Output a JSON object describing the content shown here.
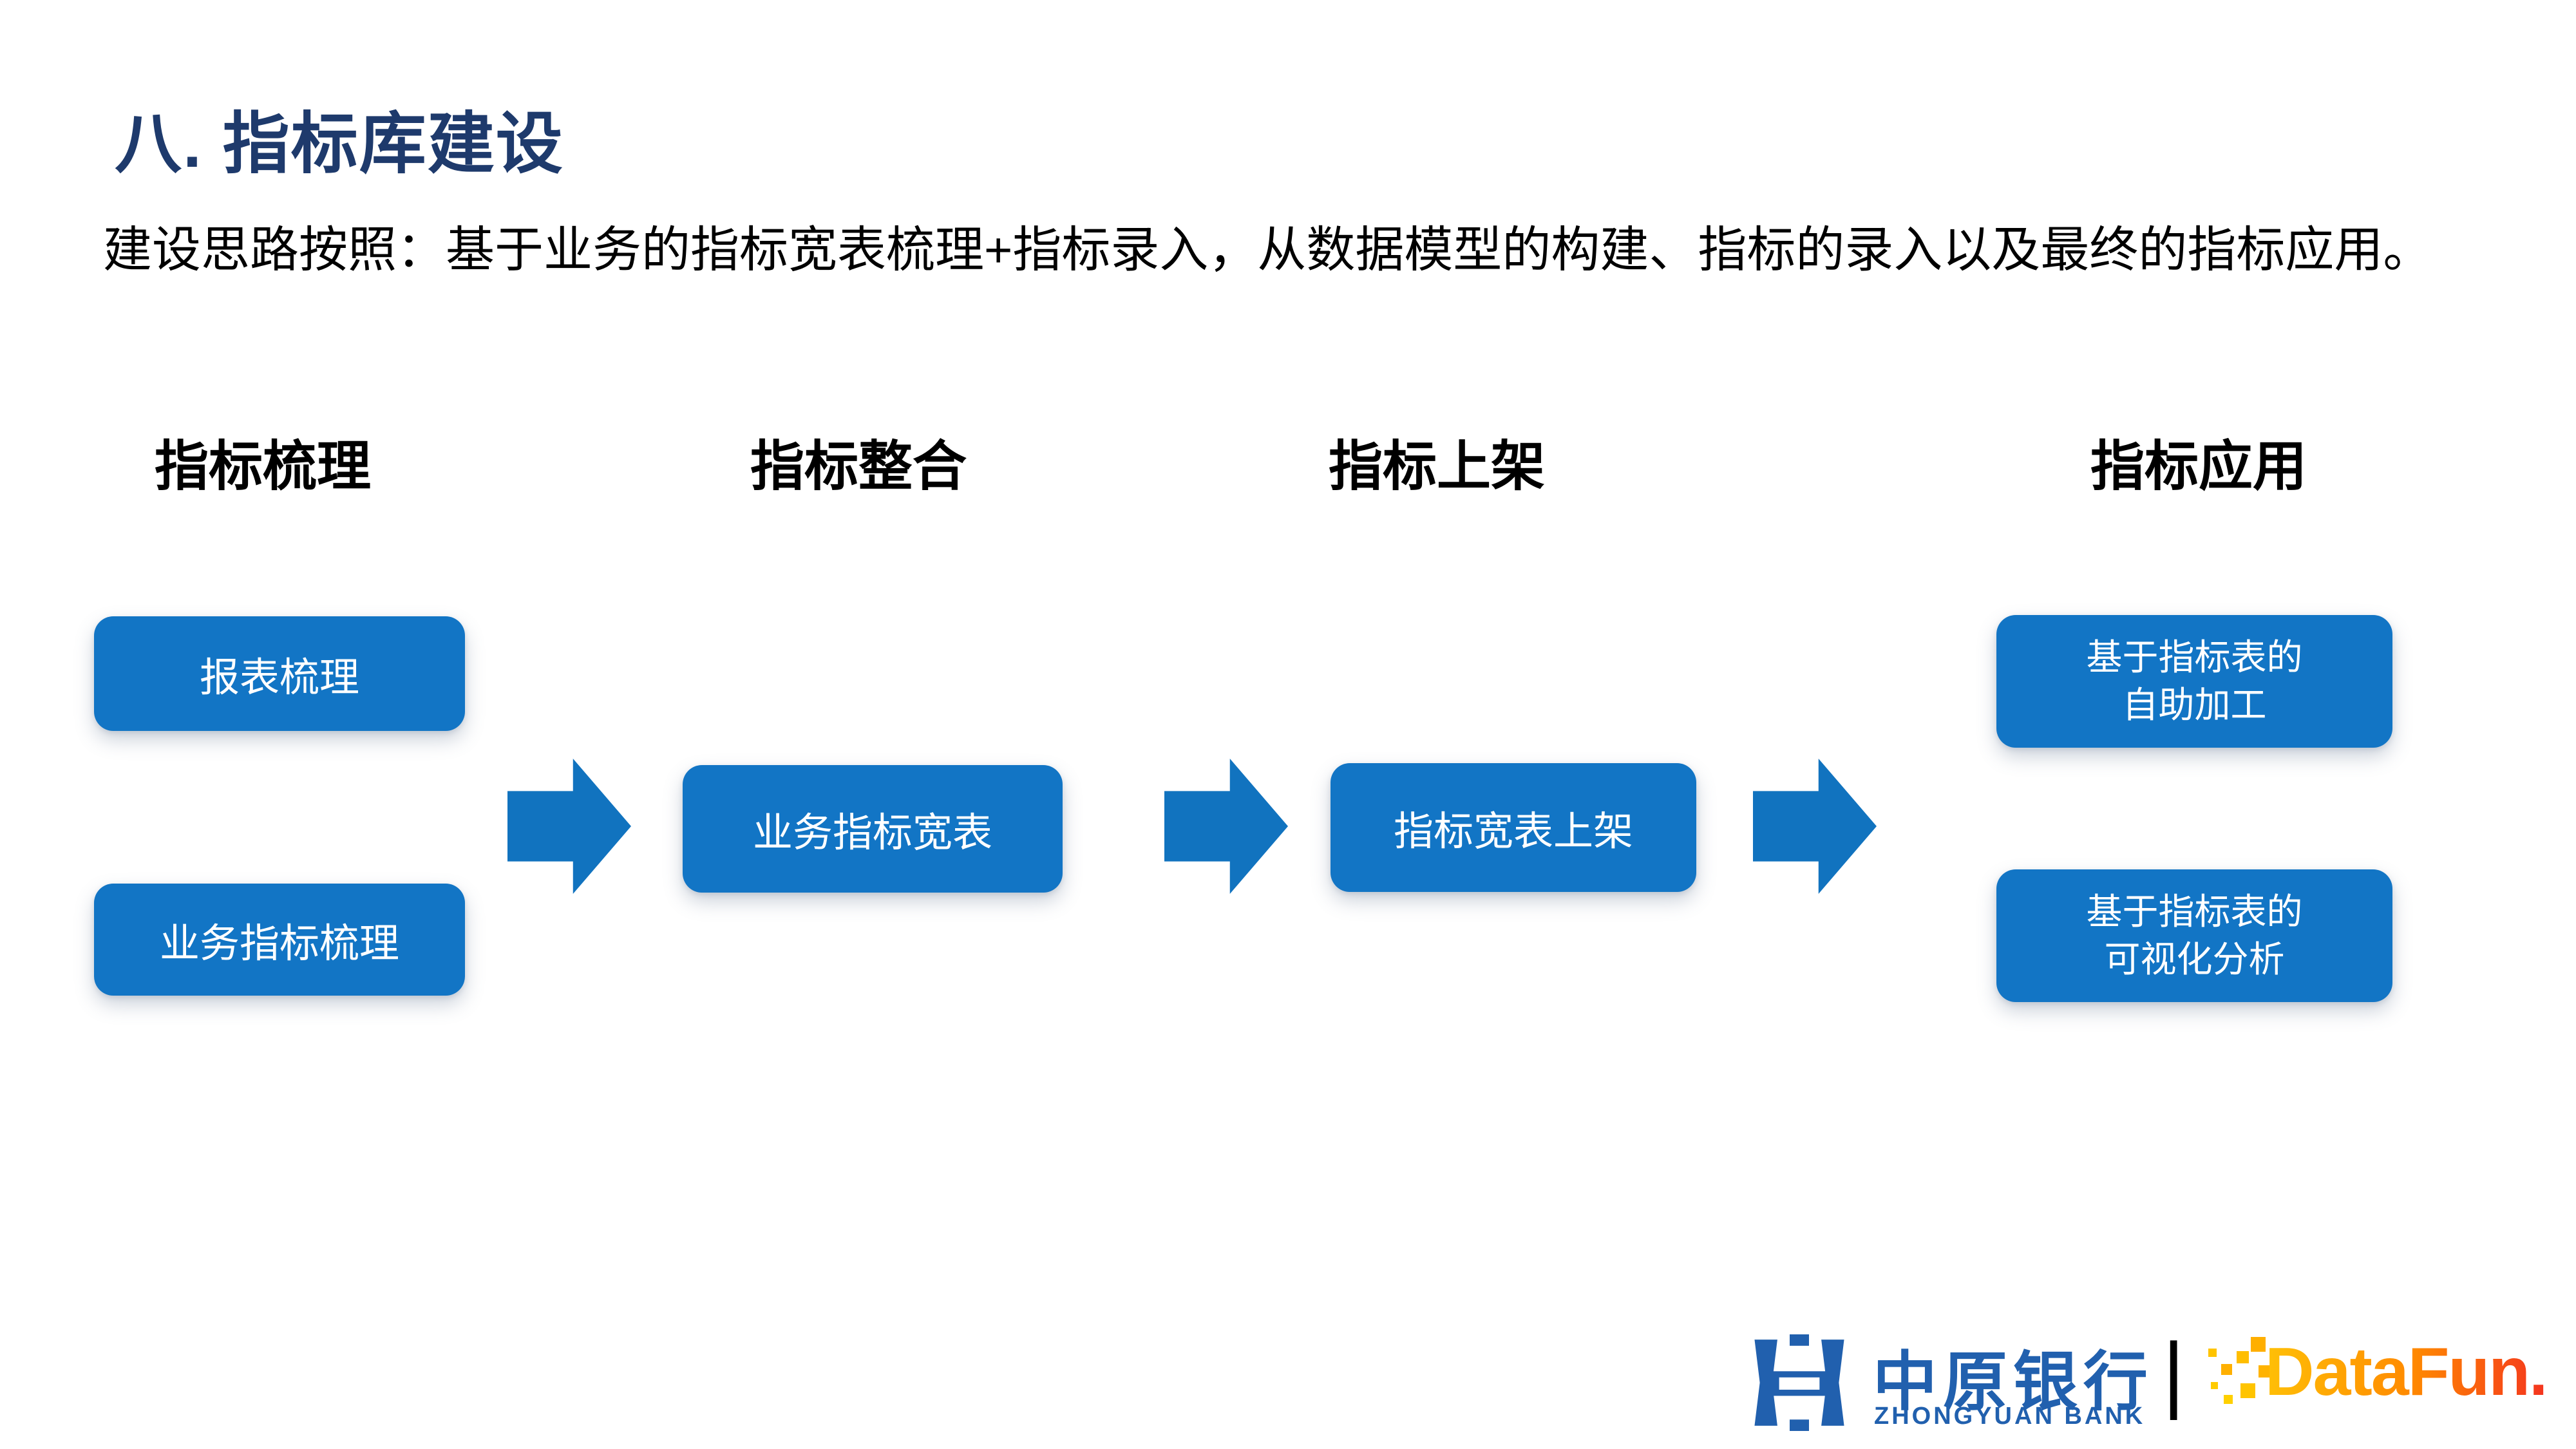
{
  "slide": {
    "title": "八. 指标库建设",
    "subtitle": "建设思路按照：基于业务的指标宽表梳理+指标录入，从数据模型的构建、指标的录入以及最终的指标应用。"
  },
  "flow": {
    "stage_headers": [
      {
        "label": "指标梳理"
      },
      {
        "label": "指标整合"
      },
      {
        "label": "指标上架"
      },
      {
        "label": "指标应用"
      }
    ],
    "nodes": {
      "report_sorting": "报表梳理",
      "business_indicator_sorting": "业务指标梳理",
      "business_indicator_wide_table": "业务指标宽表",
      "indicator_wide_table_listing": "指标宽表上架",
      "self_service_processing": "基于指标表的\n自助加工",
      "visual_analysis": "基于指标表的\n可视化分析"
    },
    "arrow_icon": "right-block-arrow"
  },
  "footer": {
    "bank_name_cn": "中原银行",
    "bank_name_en": "ZHONGYUAN BANK",
    "separator": "|",
    "datafun_logo_text": "DataFun."
  },
  "colors": {
    "node_blue": "#1275C5",
    "arrow_blue": "#1173BF",
    "title_navy": "#1E3A6C",
    "bank_blue": "#2160AE",
    "datafun_gradient_start": "#FFC107",
    "datafun_gradient_end": "#F4331F"
  }
}
